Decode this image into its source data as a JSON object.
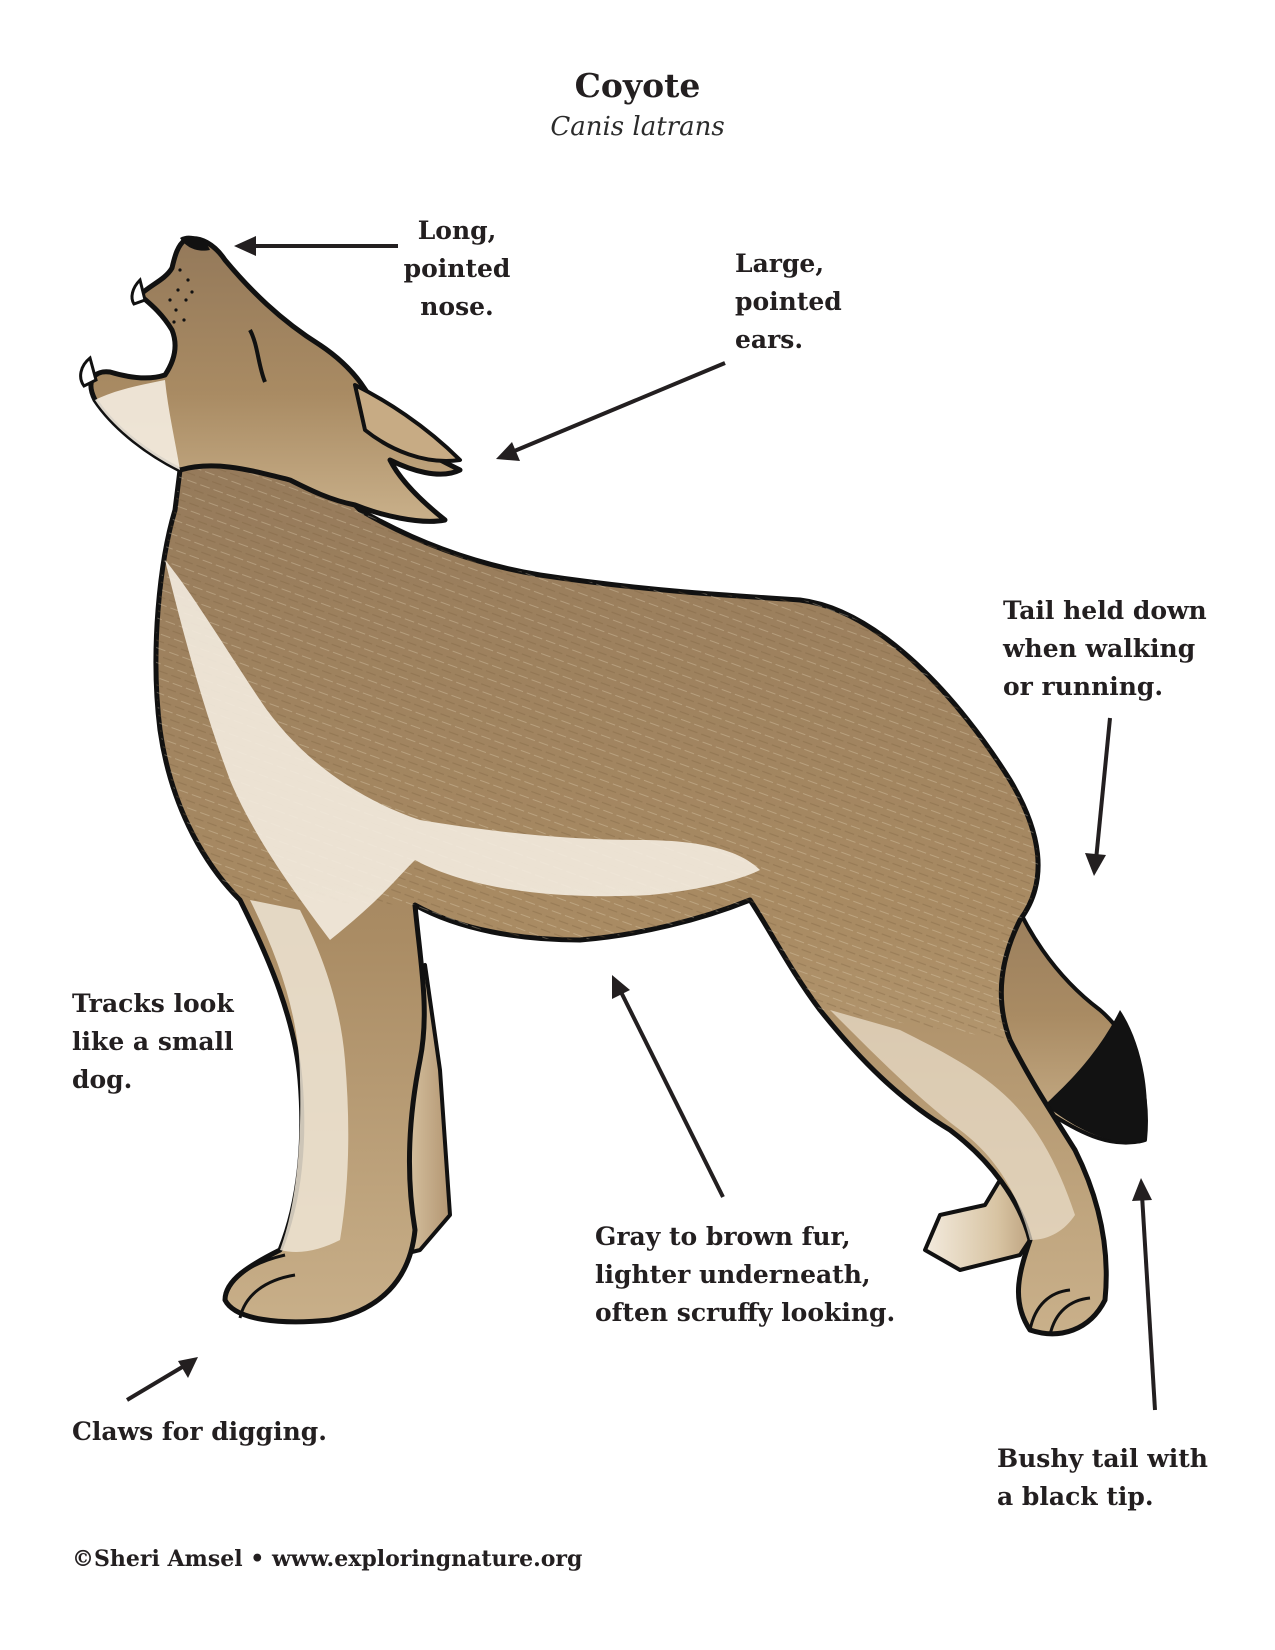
{
  "title": "Coyote",
  "subtitle": "Canis latrans",
  "labels": {
    "nose": "Long,\npointed\nnose.",
    "ears": "Large,\npointed\nears.",
    "tail_held": "Tail held down\nwhen walking\nor running.",
    "tracks": "Tracks look\nlike a small\ndog.",
    "fur": "Gray to brown fur,\nlighter underneath,\noften scruffy looking.",
    "claws": "Claws for digging.",
    "tail_tip": "Bushy tail with\na black tip."
  },
  "footer": "©Sheri Amsel • www.exploringnature.org",
  "colors": {
    "fur": "#a3865f",
    "fur_dark": "#8b6e4a",
    "underside": "#f4ece0",
    "outline": "#111111",
    "tail_tip": "#121212"
  }
}
